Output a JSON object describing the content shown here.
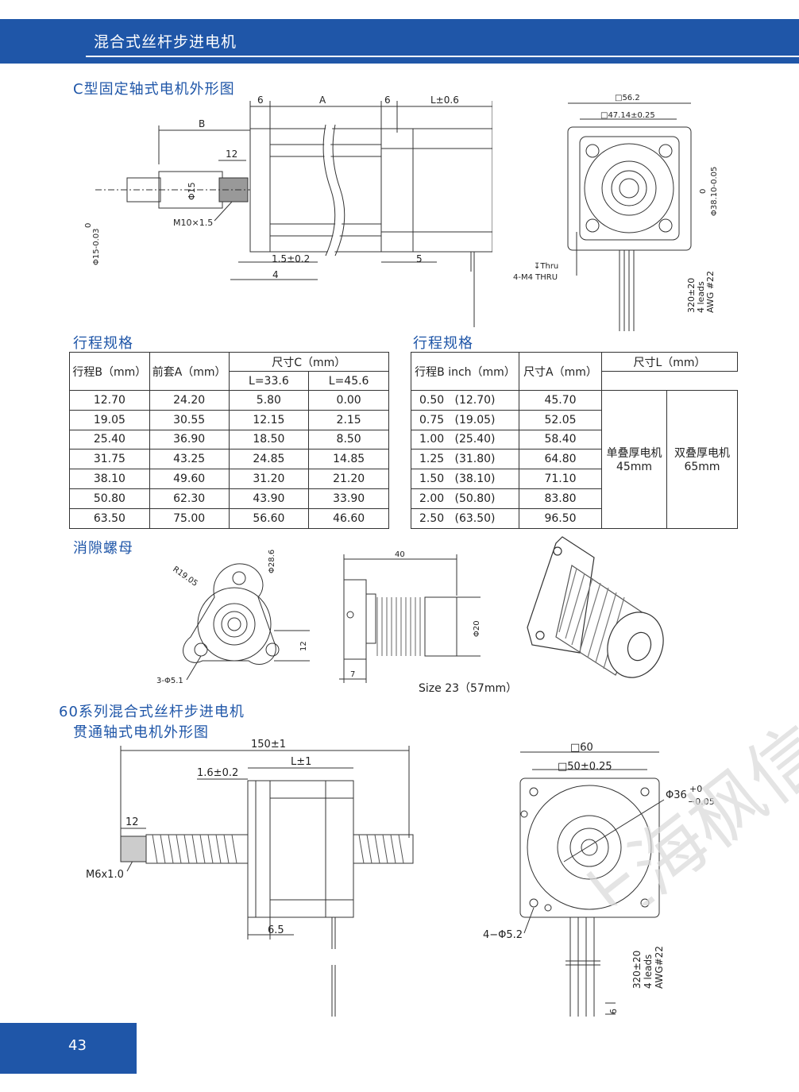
{
  "header": {
    "title": "混合式丝杆步进电机"
  },
  "colors": {
    "brand": "#1f56a8",
    "watermark": "#d9d9d9"
  },
  "sections": {
    "c_type": "C型固定轴式电机外形图",
    "stroke_table_1": "行程规格",
    "stroke_table_2": "行程规格",
    "anti_backlash_nut": "消隙螺母",
    "series60_line1": "60系列混合式丝杆步进电机",
    "series60_line2": "贯通轴式电机外形图"
  },
  "table1": {
    "headers": {
      "stroke": "行程B（mm）",
      "front": "前套A（mm）",
      "size_c": "尺寸C（mm）",
      "l1": "L=33.6",
      "l2": "L=45.6"
    },
    "rows": [
      [
        "12.70",
        "24.20",
        "5.80",
        "0.00"
      ],
      [
        "19.05",
        "30.55",
        "12.15",
        "2.15"
      ],
      [
        "25.40",
        "36.90",
        "18.50",
        "8.50"
      ],
      [
        "31.75",
        "43.25",
        "24.85",
        "14.85"
      ],
      [
        "38.10",
        "49.60",
        "31.20",
        "21.20"
      ],
      [
        "50.80",
        "62.30",
        "43.90",
        "33.90"
      ],
      [
        "63.50",
        "75.00",
        "56.60",
        "46.60"
      ]
    ]
  },
  "table2": {
    "headers": {
      "stroke": "行程B inch（mm）",
      "size_a": "尺寸A（mm）",
      "size_l": "尺寸L（mm）"
    },
    "single_label": "单叠厚电机",
    "single_value": "45mm",
    "double_label": "双叠厚电机",
    "double_value": "65mm",
    "rows": [
      [
        "0.50",
        "(12.70)",
        "45.70"
      ],
      [
        "0.75",
        "(19.05)",
        "52.05"
      ],
      [
        "1.00",
        "(25.40)",
        "58.40"
      ],
      [
        "1.25",
        "(31.80)",
        "64.80"
      ],
      [
        "1.50",
        "(38.10)",
        "71.10"
      ],
      [
        "2.00",
        "(50.80)",
        "83.80"
      ],
      [
        "2.50",
        "(63.50)",
        "96.50"
      ]
    ]
  },
  "drawing1": {
    "dim_6a": "6",
    "dim_a": "A",
    "dim_6b": "6",
    "dim_l": "L±0.6",
    "dim_b": "B",
    "dim_12": "12",
    "dim_phi15": "Φ15",
    "thread": "M10×1.5",
    "dim_15pos": "1.5±0.2",
    "dim_4": "4",
    "dim_5": "5",
    "tol_shaft_top": "0",
    "tol_shaft": "Φ15-0.03"
  },
  "drawing2": {
    "sq56": "□56.2",
    "sq47": "□47.14±0.25",
    "tol_boss_top": "0",
    "tol_boss": "Φ38.10-0.05",
    "thru": "↧Thru",
    "m4": "4-M4 THRU",
    "lead_len": "320±20",
    "lead_count": "4 leads",
    "lead_awg": "AWG #22"
  },
  "nut": {
    "r19": "R19.05",
    "phi28": "Φ28.6",
    "dim12": "12",
    "holes": "3-Φ5.1",
    "dim40": "40",
    "phi20": "Φ20",
    "dim7": "7",
    "size": "Size 23（57mm）"
  },
  "drawing60": {
    "total": "150±1",
    "body": "L±1",
    "flange": "1.6±0.2",
    "dim12": "12",
    "thread": "M6x1.0",
    "dim65": "6.5",
    "sq60": "□60",
    "sq50": "□50±0.25",
    "phi36": "Φ36",
    "tol_top": "+0",
    "tol_bot": "−0.05",
    "holes": "4−Φ5.2",
    "lead_len": "320±20",
    "lead_count": "4 leads",
    "lead_awg": "AWG#22",
    "dim6": "6"
  },
  "watermark": {
    "text": "上海枫信传动"
  },
  "footer": {
    "page": "43"
  }
}
